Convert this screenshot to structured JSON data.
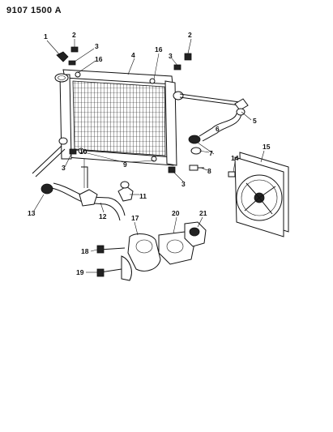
{
  "header": {
    "document_id": "9107 1500 A"
  },
  "callouts": {
    "c1": "1",
    "c2a": "2",
    "c2b": "2",
    "c3a": "3",
    "c3b": "3",
    "c3c": "3",
    "c3d": "3",
    "c4": "4",
    "c5": "5",
    "c6": "6",
    "c7": "7",
    "c8": "8",
    "c9": "9",
    "c10": "10",
    "c11": "11",
    "c12": "12",
    "c13": "13",
    "c14": "14",
    "c15": "15",
    "c16a": "16",
    "c16b": "16",
    "c17": "17",
    "c18": "18",
    "c19": "19",
    "c20": "20",
    "c21": "21"
  }
}
